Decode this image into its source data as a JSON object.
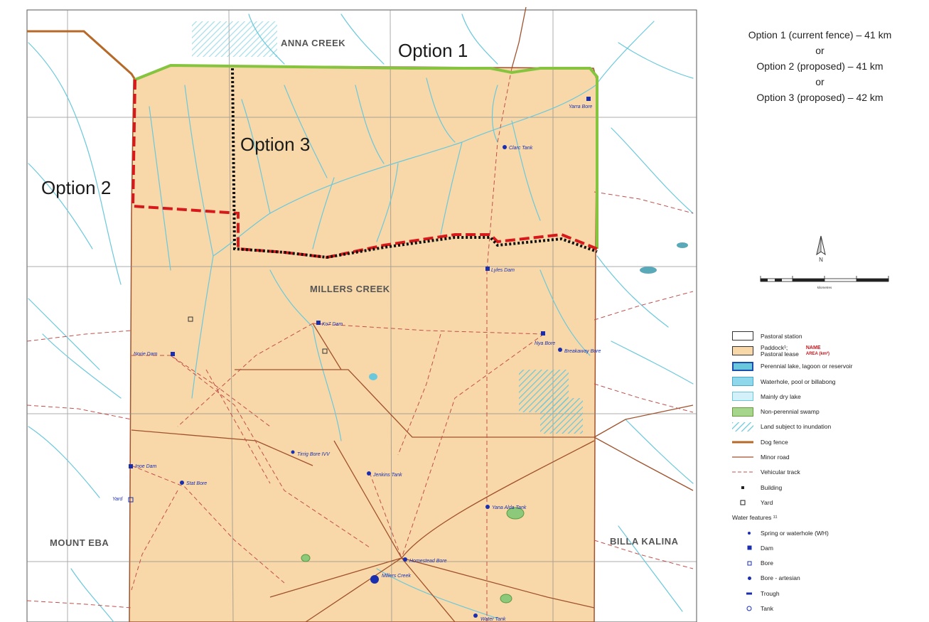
{
  "map": {
    "option_labels": {
      "option1": "Option 1",
      "option2": "Option 2",
      "option3": "Option 3"
    },
    "region_labels": {
      "anna_creek": "ANNA CREEK",
      "millers_creek": "MILLERS CREEK",
      "mount_eba": "MOUNT EBA",
      "billa_kalina": "BILLA KALINA"
    },
    "feature_labels": {
      "f1": "Yarra Bore",
      "f2": "Clarc Tank",
      "f3": "Lyles Dam",
      "f4": "Ko7 Dam",
      "f5": "Norie Dam",
      "f6": "Nya Bore",
      "f7": "Breakaway Bore",
      "f8": "Tirrig Bore IVV",
      "f9": "Jenkins Tank",
      "f10": "Inoe Dam",
      "f11": "Stat Bore",
      "f12": "Yard",
      "f13": "Yana Alda Tank",
      "f14": "Homestead Bore",
      "f15": "Millers Creek",
      "f16": "Water Tank"
    },
    "colors": {
      "paddock": "#f8d8a8",
      "water": "#6ac8dc",
      "option1": "#86c440",
      "option2": "#d7191c",
      "option3": "#111111",
      "dog_fence": "#b56a2a",
      "road": "#a0522d",
      "track": "#c0504d",
      "symbol": "#1a2fb0"
    }
  },
  "options_text": {
    "line1": "Option 1 (current fence) – 41 km",
    "line2": "or",
    "line3": "Option 2 (proposed)  – 41 km",
    "line4": "or",
    "line5": "Option 3 (proposed) – 42 km"
  },
  "compass": {
    "letter": "N"
  },
  "scale": {
    "unit": "kilometres"
  },
  "legend": {
    "items": [
      {
        "symbol": "box-white-icon",
        "label": "Pastoral station"
      },
      {
        "symbol": "box-paddock-icon",
        "label": "Paddock¹;\nPastoral lease"
      },
      {
        "symbol": "box-perennial-icon",
        "label": "Perennial lake, lagoon or reservoir"
      },
      {
        "symbol": "box-waterhole-icon",
        "label": "Waterhole, pool or billabong"
      },
      {
        "symbol": "box-drylake-icon",
        "label": "Mainly dry lake"
      },
      {
        "symbol": "box-swamp-icon",
        "label": "Non-perennial swamp"
      },
      {
        "symbol": "hatch-icon",
        "label": "Land subject to inundation"
      },
      {
        "symbol": "dog-fence-line-icon",
        "label": "Dog fence"
      },
      {
        "symbol": "minor-road-line-icon",
        "label": "Minor road"
      },
      {
        "symbol": "vehicular-track-line-icon",
        "label": "Vehicular track"
      },
      {
        "symbol": "building-icon",
        "label": "Building"
      },
      {
        "symbol": "yard-icon",
        "label": "Yard"
      }
    ],
    "paddock_name": "NAME",
    "paddock_area": "AREA (km²)",
    "water_header": "Water features ¹¹",
    "water_items": [
      {
        "symbol": "spring-icon",
        "label": "Spring or waterhole (WH)"
      },
      {
        "symbol": "dam-icon",
        "label": "Dam"
      },
      {
        "symbol": "bore-icon",
        "label": "Bore"
      },
      {
        "symbol": "bore-artesian-icon",
        "label": "Bore - artesian"
      },
      {
        "symbol": "trough-icon",
        "label": "Trough"
      },
      {
        "symbol": "tank-icon",
        "label": "Tank"
      }
    ]
  }
}
